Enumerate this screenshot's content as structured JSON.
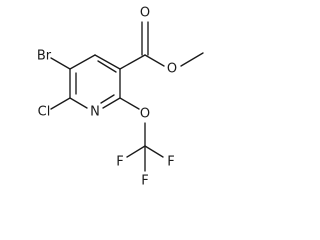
{
  "structure": {
    "atoms": {
      "br": "Br",
      "cl": "Cl",
      "n": "N",
      "o_carbonyl": "O",
      "o_ester": "O",
      "o_ether": "O",
      "f_left": "F",
      "f_right": "F",
      "f_bottom": "F"
    }
  }
}
